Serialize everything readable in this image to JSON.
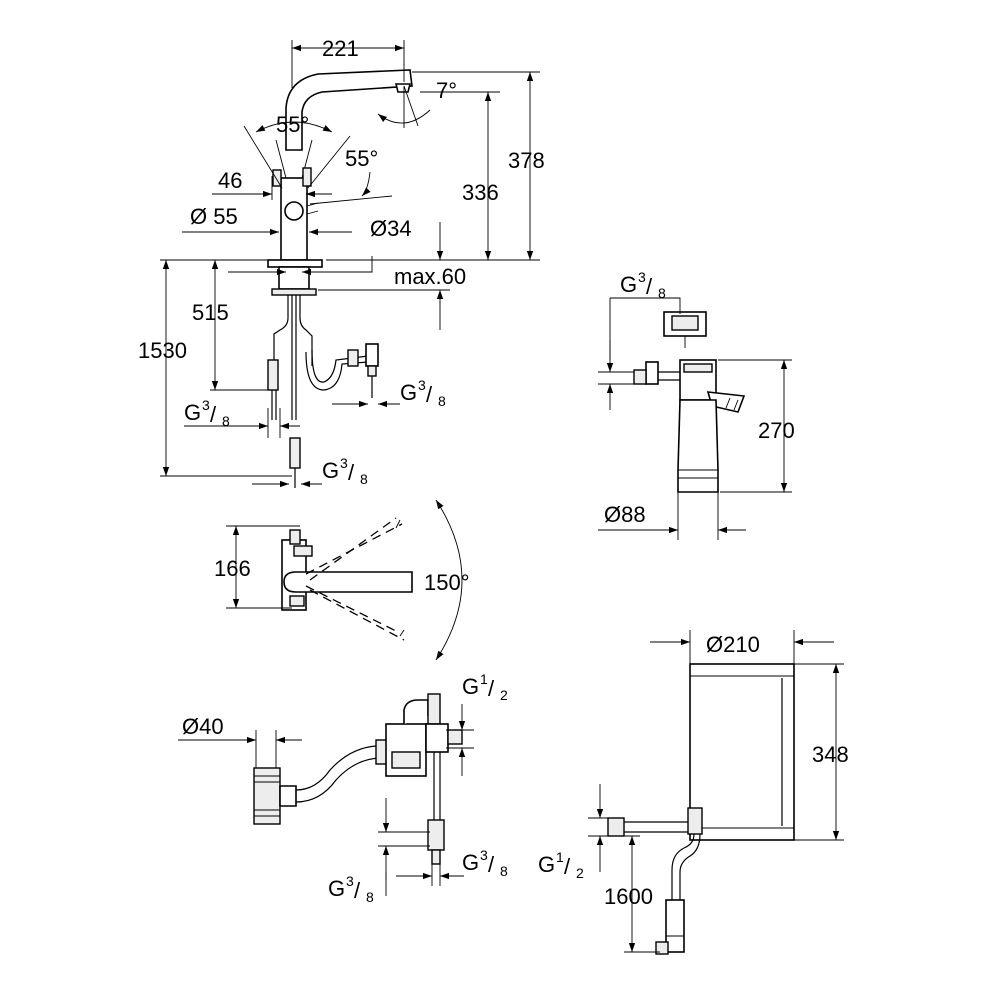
{
  "dimensions": {
    "d221": "221",
    "a7": "7°",
    "a55a": "55°",
    "a55b": "55°",
    "d378": "378",
    "d336": "336",
    "d46": "46",
    "dia55": "Ø 55",
    "dia34": "Ø34",
    "max60": "max.60",
    "d515": "515",
    "d1530": "1530",
    "d166": "166",
    "a150": "150°",
    "d270": "270",
    "dia88": "Ø88",
    "dia210": "Ø210",
    "d348": "348",
    "dia40": "Ø40",
    "d1600": "1600"
  },
  "threads": {
    "g": "G",
    "three": "3",
    "eight": "8",
    "one": "1",
    "two": "2",
    "slash": "/"
  }
}
